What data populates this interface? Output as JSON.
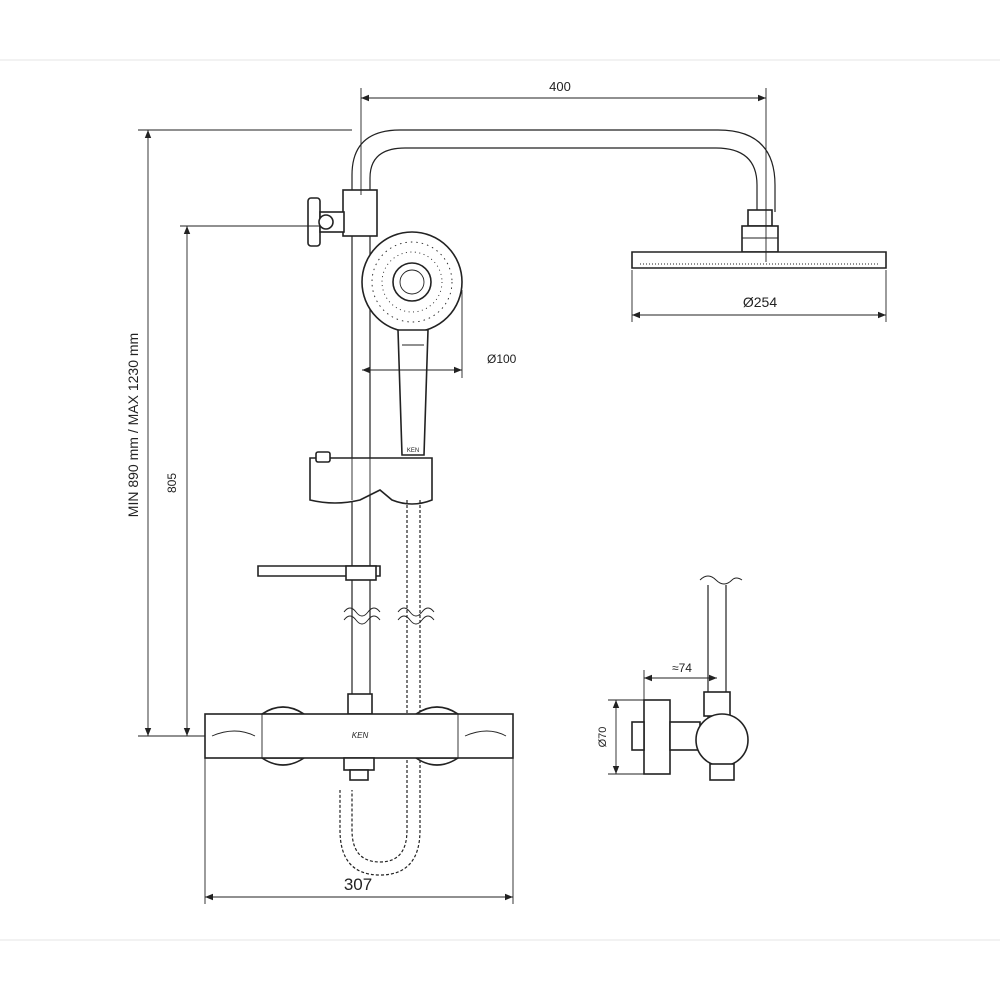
{
  "dimensions": {
    "width_top": "400",
    "height_range": "MIN 890 mm / MAX 1230 mm",
    "height_slide": "805",
    "head_diameter": "Ø254",
    "hand_diameter": "Ø100",
    "mixer_width": "307",
    "side_depth": "≈74",
    "side_diameter": "Ø70"
  },
  "brand_mark": "KEN"
}
